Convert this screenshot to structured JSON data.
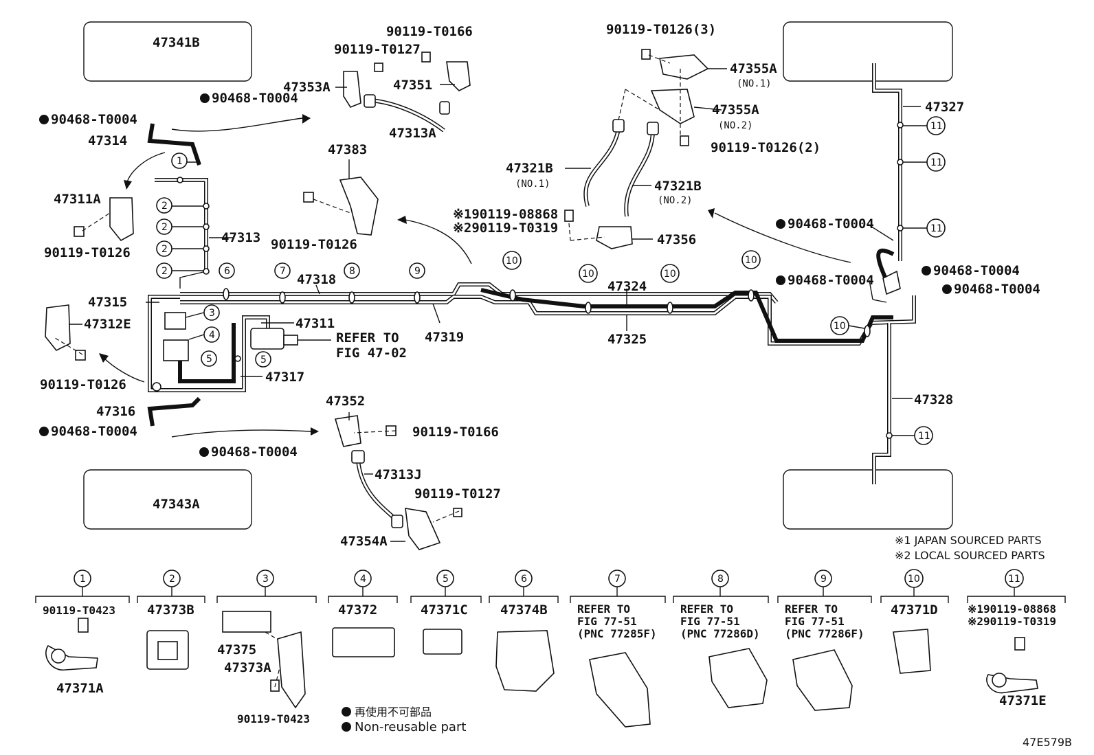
{
  "figure_id": "47E579B",
  "legend": {
    "jp_symbol_note": "再使用不可部品",
    "nonreusable_note": "Non-reusable part",
    "japan_sourced": "※1 JAPAN SOURCED PARTS",
    "local_sourced": "※2 LOCAL SOURCED PARTS"
  },
  "labels": {
    "p47341B": "47341B",
    "p47343A": "47343A",
    "p47314": "47314",
    "p47311A": "47311A",
    "p47313": "47313",
    "p47315": "47315",
    "p47312E": "47312E",
    "p47316": "47316",
    "p47318": "47318",
    "p47319": "47319",
    "p47311": "47311",
    "p47317": "47317",
    "refer_to": "REFER TO",
    "fig_47_02": "FIG 47-02",
    "p47353A": "47353A",
    "p47351": "47351",
    "p47313A": "47313A",
    "p47383": "47383",
    "p47352": "47352",
    "p47313J": "47313J",
    "p47354A": "47354A",
    "p47355A": "47355A",
    "no1": "(NO.1)",
    "no2": "(NO.2)",
    "p47321B": "47321B",
    "p47356": "47356",
    "p47324": "47324",
    "p47325": "47325",
    "p47327": "47327",
    "p47328": "47328",
    "b90468_T0004": "90468-T0004",
    "b90119_T0126": "90119-T0126",
    "b90119_T0127": "90119-T0127",
    "b90119_T0166": "90119-T0166",
    "b90119_T0126_3": "90119-T0126(3)",
    "b90119_T0126_2": "90119-T0126(2)",
    "x1_08868": "※190119-08868",
    "x2_T0319": "※290119-T0319"
  },
  "clamp_table": [
    {
      "num": "1",
      "part": "90119-T0423",
      "sub": "47371A"
    },
    {
      "num": "2",
      "part": "47373B",
      "sub": ""
    },
    {
      "num": "3",
      "part": "47375",
      "sub": "47373A",
      "bolt": "90119-T0423"
    },
    {
      "num": "4",
      "part": "47372",
      "sub": ""
    },
    {
      "num": "5",
      "part": "47371C",
      "sub": ""
    },
    {
      "num": "6",
      "part": "47374B",
      "sub": ""
    },
    {
      "num": "7",
      "part": "REFER TO",
      "line2": "FIG 77-51",
      "line3": "(PNC 77285F)"
    },
    {
      "num": "8",
      "part": "REFER TO",
      "line2": "FIG 77-51",
      "line3": "(PNC 77286D)"
    },
    {
      "num": "9",
      "part": "REFER TO",
      "line2": "FIG 77-51",
      "line3": "(PNC 77286F)"
    },
    {
      "num": "10",
      "part": "47371D",
      "sub": ""
    },
    {
      "num": "11",
      "part": "※190119-08868",
      "line2": "※290119-T0319",
      "sub": "47371E"
    }
  ],
  "callouts": [
    "1",
    "2",
    "3",
    "4",
    "5",
    "6",
    "7",
    "8",
    "9",
    "10",
    "11"
  ]
}
